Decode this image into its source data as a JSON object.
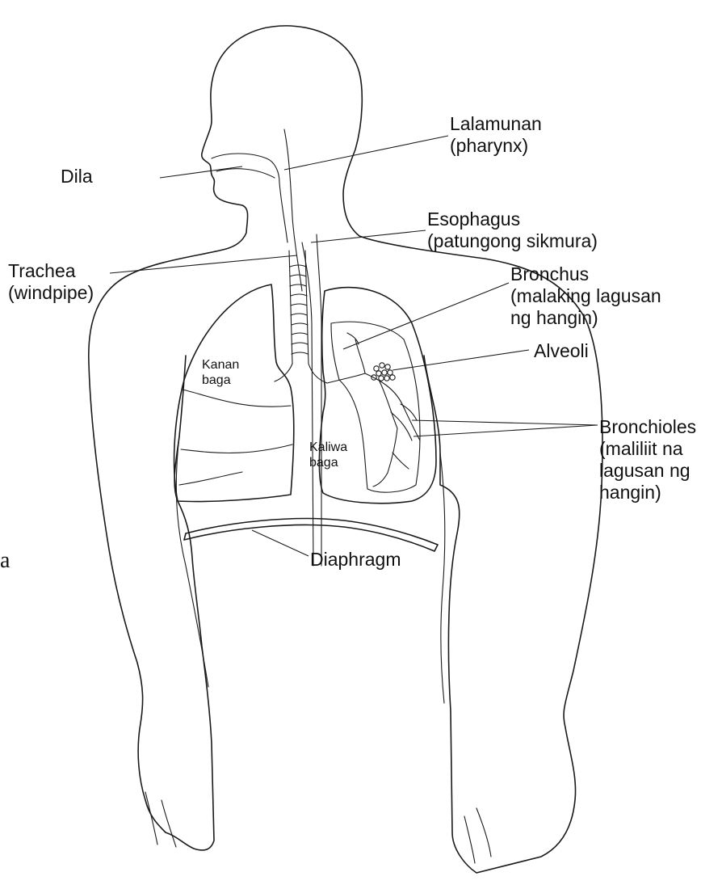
{
  "labels": {
    "dila": "Dila",
    "lalamunan": [
      "Lalamunan",
      "(pharynx)"
    ],
    "esophagus": [
      "Esophagus",
      "(patungong sikmura)"
    ],
    "trachea": [
      "Trachea",
      "(windpipe)"
    ],
    "bronchus": [
      "Bronchus",
      "(malaking lagusan",
      "ng hangin)"
    ],
    "alveoli": "Alveoli",
    "bronchioles": [
      "Bronchioles",
      "(maliliit na",
      "lagusan ng",
      "hangin)"
    ],
    "kanan_baga": [
      "Kanan",
      "baga"
    ],
    "kaliwa_baga": [
      "Kaliwa",
      "baga"
    ],
    "diaphragm": "Diaphragm",
    "stray_char": "a"
  }
}
